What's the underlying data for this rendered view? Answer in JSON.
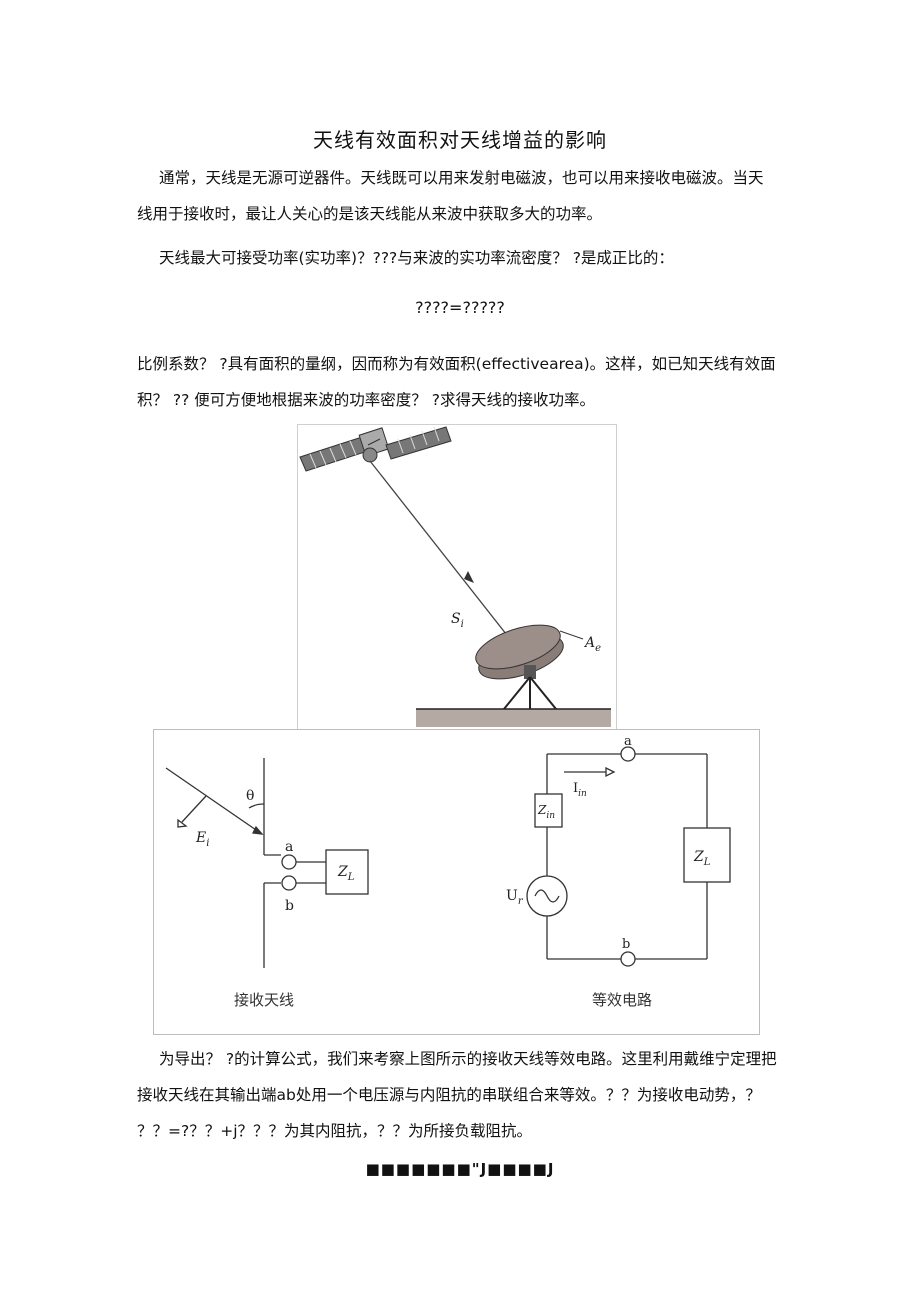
{
  "title": "天线有效面积对天线增益的影响",
  "paragraphs": {
    "p1": "通常，天线是无源可逆器件。天线既可以用来发射电磁波，也可以用来接收电磁波。当天线用于接收时，最让人关心的是该天线能从来波中获取多大的功率。",
    "p2": "天线最大可接受功率(实功率)？???与来波的实功率流密度？ ?是成正比的：",
    "formula": "????=?????",
    "p3": "比例系数？ ?具有面积的量纲，因而称为有效面积(effectivearea)。这样，如已知天线有效面积？ ?? 便可方便地根据来波的功率密度？ ?求得天线的接收功率。",
    "p4": "为导出？ ?的计算公式，我们来考察上图所示的接收天线等效电路。这里利用戴维宁定理把接收天线在其输出端ab处用一个电压源与内阻抗的串联组合来等效。？？为接收电动势，？ ？？=?？？+j？？？为其内阻抗，？？为所接负载阻抗。"
  },
  "footer": "■■■■■■■\"J■■■■J",
  "figure1": {
    "label_power_density": "S",
    "label_power_density_sub": "i",
    "label_effective_area": "A",
    "label_effective_area_sub": "e"
  },
  "figure2": {
    "left_caption": "接收天线",
    "right_caption": "等效电路",
    "theta": "θ",
    "field": "E",
    "field_sub": "i",
    "terminal_a": "a",
    "terminal_b": "b",
    "load": "Z",
    "load_sub": "L",
    "internal_impedance": "Z",
    "internal_impedance_sub": "in",
    "current": "I",
    "current_sub": "in",
    "source": "U",
    "source_sub": "r"
  }
}
